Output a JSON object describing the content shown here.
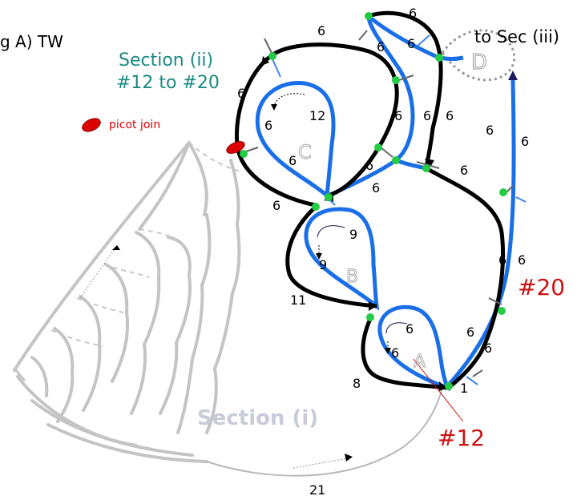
{
  "header": {
    "partial_label": "g A) TW",
    "section_title": "Section  (ii)",
    "section_range": "#12 to #20",
    "to_section": "to Sec (iii)"
  },
  "legend": {
    "picot_join": "picot join"
  },
  "rings": {
    "A": "A",
    "B": "B",
    "C": "C",
    "D": "D"
  },
  "section_i": "Section  (i)",
  "markers": {
    "start": "#12",
    "end": "#20"
  },
  "counts": {
    "top_1": "6",
    "top_2": "6",
    "top_3": "6",
    "top_4": "6",
    "left_1": "6",
    "c_left": "6",
    "c_inner": "6",
    "c_top": "12",
    "c_bottom": "6",
    "mid_1": "6",
    "mid_2": "6",
    "mid_3": "6",
    "mid_4": "6",
    "mid_5": "6",
    "right_chain_top": "6",
    "right_1": "6",
    "right_ring": "6",
    "b_top": "9",
    "b_left": "9",
    "eleven": "11",
    "a_top": "6",
    "a_left": "6",
    "eight": "8",
    "one": "1",
    "lower_right_1": "6",
    "lower_right_2": "6",
    "lower_right_3": "6",
    "lower_right_4": "6",
    "twentyone": "21"
  },
  "colors": {
    "chain": "#000000",
    "ring": "#1a6fe8",
    "bead": "#22cc44",
    "ghost": "#bdbdbd",
    "section_title": "#1a8a80",
    "marker": "#cc1111",
    "picot": "#dd0000"
  }
}
